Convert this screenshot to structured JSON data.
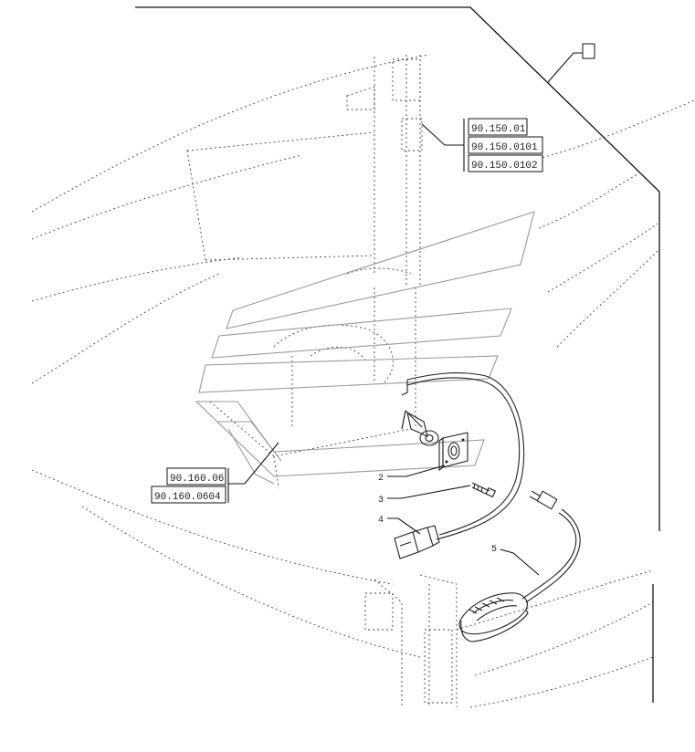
{
  "callout_box": {
    "label": ""
  },
  "references_top": [
    "90.150.01",
    "90.150.0101",
    "90.150.0102"
  ],
  "references_bottom": [
    "90.160.06",
    "90.160.0604"
  ],
  "item_numbers": [
    "2",
    "3",
    "4",
    "5"
  ],
  "watermark_icon": "stripes-logo-watermark",
  "colors": {
    "line": "#111111",
    "background": "#ffffff",
    "watermark": "#9a9a9a"
  }
}
